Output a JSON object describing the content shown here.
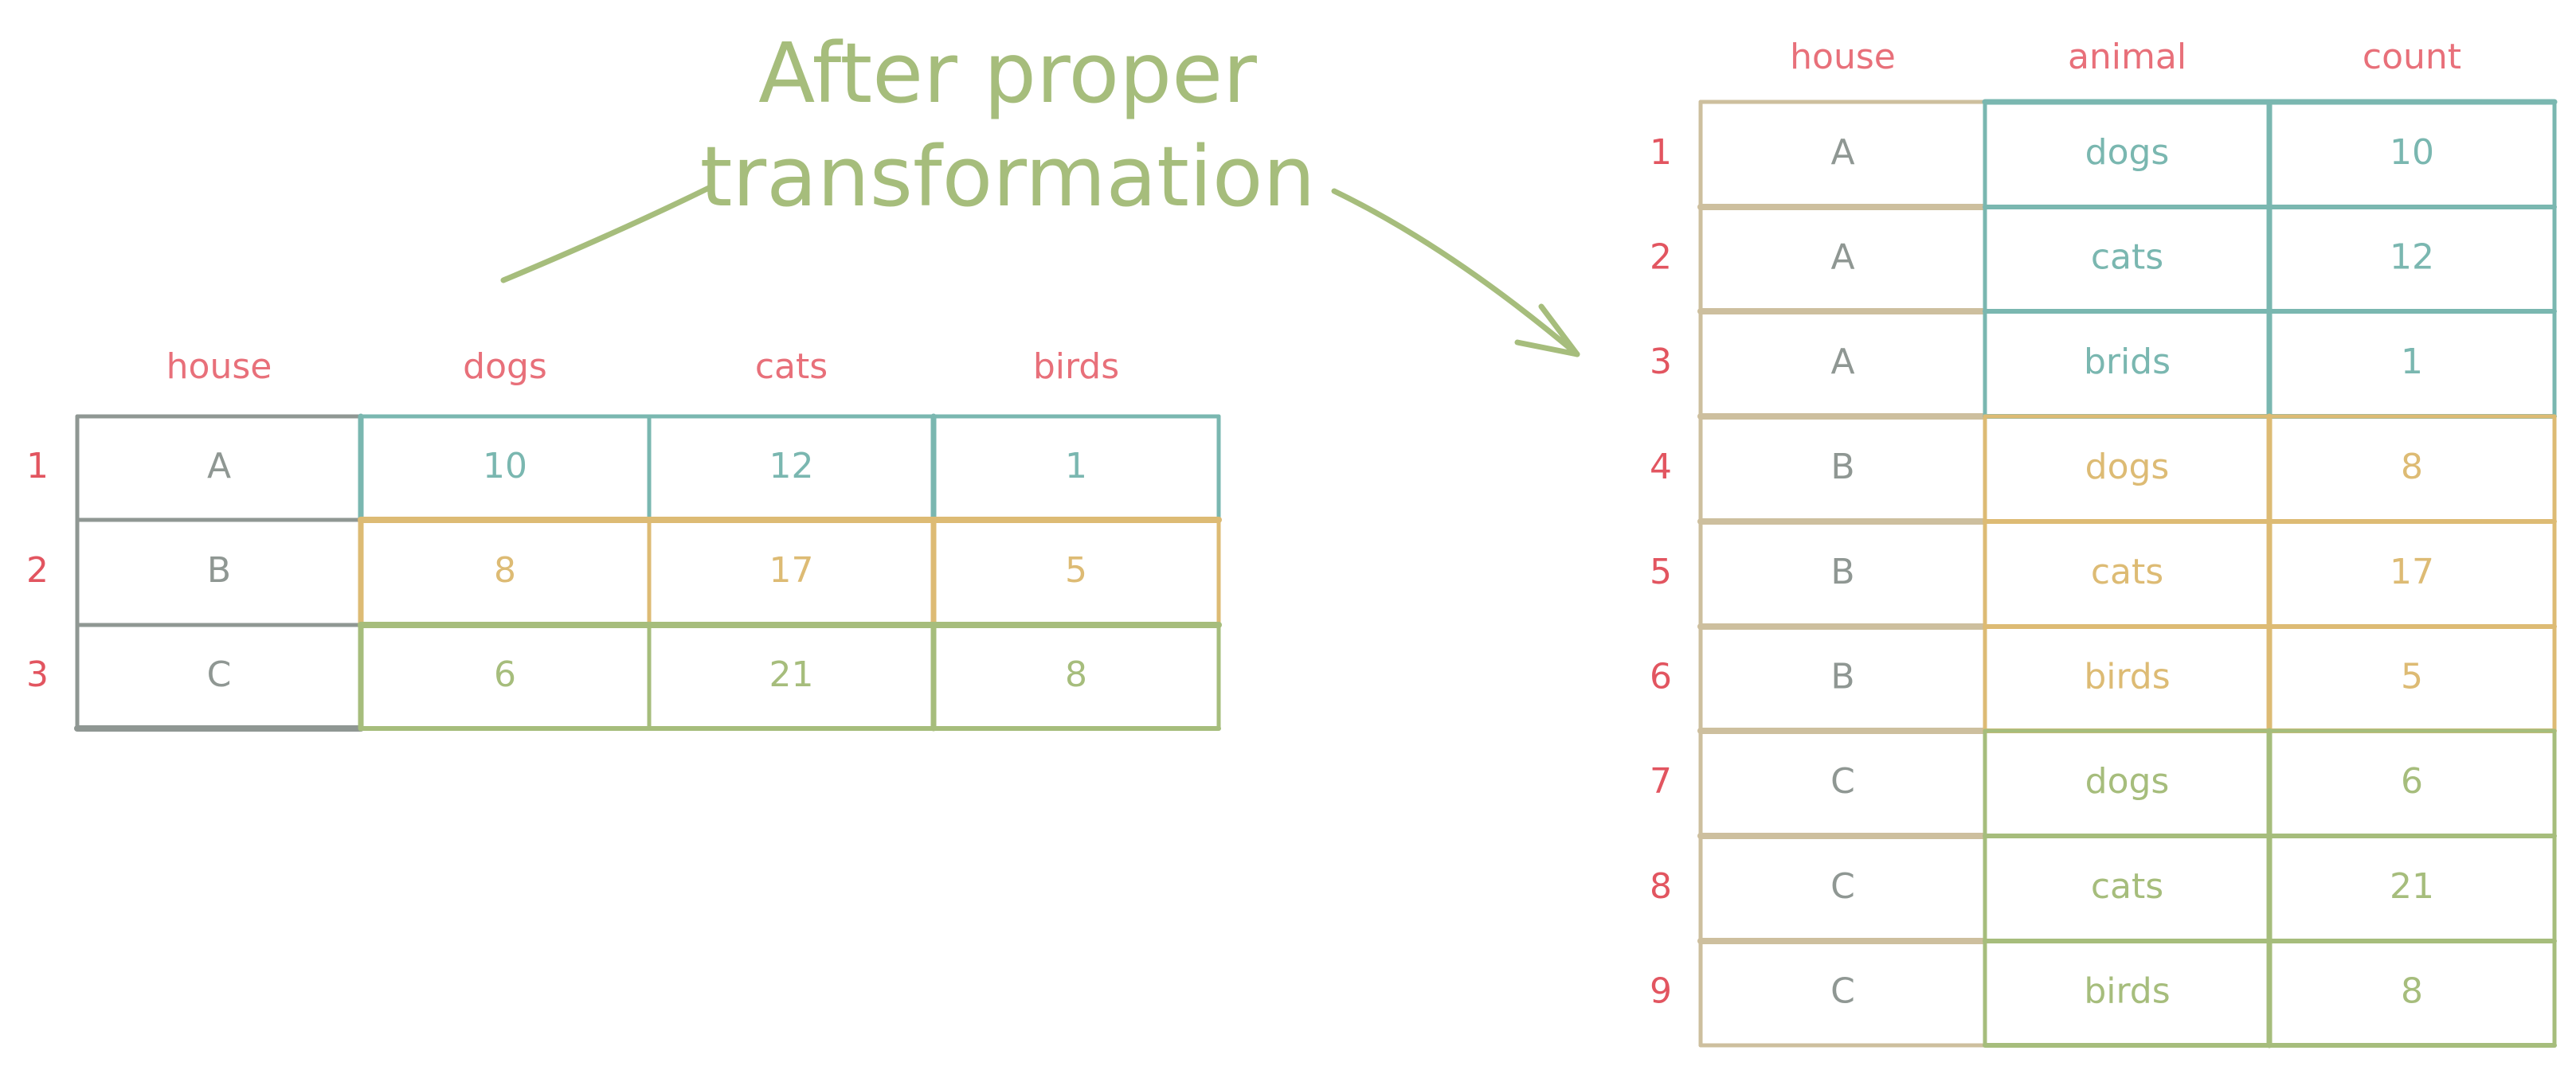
{
  "title_lines": [
    "After proper",
    "transformation"
  ],
  "colors": {
    "header": "#e8707a",
    "row_number": "#e25560",
    "gray": "#8f9793",
    "tan": "#cdbf9e",
    "teal": "#7ab7b0",
    "yellow": "#ddbb74",
    "green": "#a6bd7c"
  },
  "wide_table": {
    "headers": [
      "house",
      "dogs",
      "cats",
      "birds"
    ],
    "row_numbers": [
      "1",
      "2",
      "3"
    ],
    "rows": [
      [
        "A",
        "10",
        "12",
        "1"
      ],
      [
        "B",
        "8",
        "17",
        "5"
      ],
      [
        "C",
        "6",
        "21",
        "8"
      ]
    ]
  },
  "long_table": {
    "headers": [
      "house",
      "animal",
      "count"
    ],
    "row_numbers": [
      "1",
      "2",
      "3",
      "4",
      "5",
      "6",
      "7",
      "8",
      "9"
    ],
    "rows": [
      [
        "A",
        "dogs",
        "10"
      ],
      [
        "A",
        "cats",
        "12"
      ],
      [
        "A",
        "brids",
        "1"
      ],
      [
        "B",
        "dogs",
        "8"
      ],
      [
        "B",
        "cats",
        "17"
      ],
      [
        "B",
        "birds",
        "5"
      ],
      [
        "C",
        "dogs",
        "6"
      ],
      [
        "C",
        "cats",
        "21"
      ],
      [
        "C",
        "birds",
        "8"
      ]
    ]
  }
}
